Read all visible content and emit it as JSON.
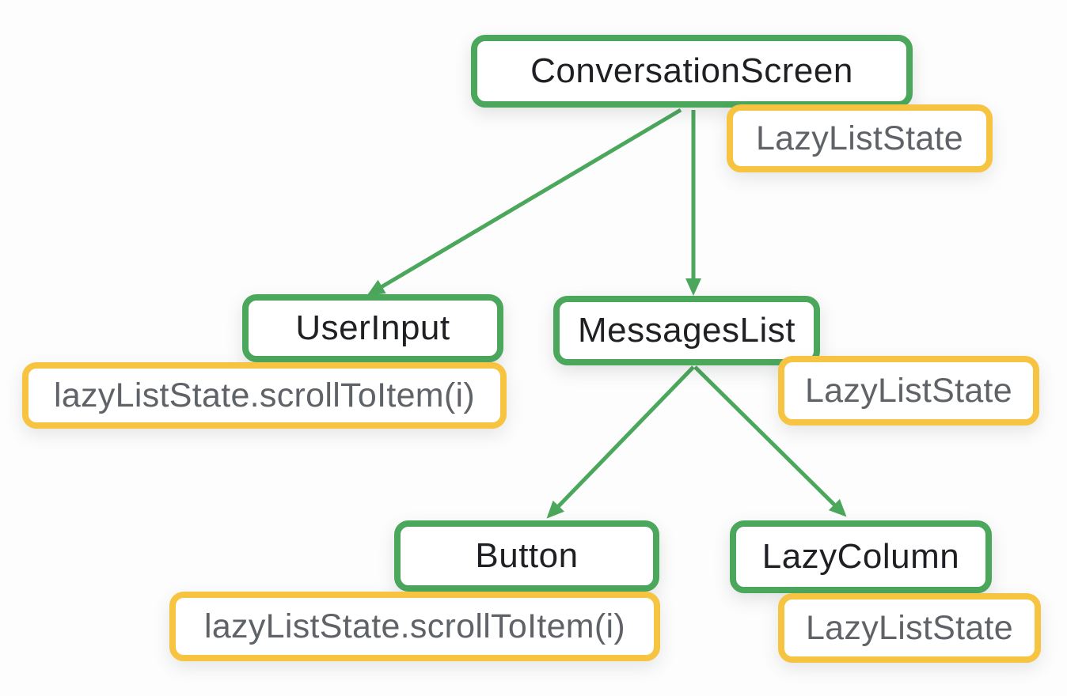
{
  "diagram": {
    "title": "ConversationScreen component tree with hoisted LazyListState",
    "colors": {
      "component_border": "#4BA75C",
      "state_border": "#F6C440",
      "component_text": "#1f2023",
      "state_text": "#5f6368",
      "arrow": "#4BA75C",
      "background": "#fdfdfd",
      "node_fill": "#ffffff"
    },
    "nodes": {
      "conversationScreen": {
        "label": "ConversationScreen",
        "type": "component"
      },
      "conversationScreenState": {
        "label": "LazyListState",
        "type": "state"
      },
      "userInput": {
        "label": "UserInput",
        "type": "component"
      },
      "userInputState": {
        "label": "lazyListState.scrollToItem(i)",
        "type": "state"
      },
      "messagesList": {
        "label": "MessagesList",
        "type": "component"
      },
      "messagesListState": {
        "label": "LazyListState",
        "type": "state"
      },
      "button": {
        "label": "Button",
        "type": "component"
      },
      "buttonState": {
        "label": "lazyListState.scrollToItem(i)",
        "type": "state"
      },
      "lazyColumn": {
        "label": "LazyColumn",
        "type": "component"
      },
      "lazyColumnState": {
        "label": "LazyListState",
        "type": "state"
      }
    },
    "edges": [
      {
        "from": "ConversationScreen",
        "to": "UserInput"
      },
      {
        "from": "ConversationScreen",
        "to": "MessagesList"
      },
      {
        "from": "MessagesList",
        "to": "Button"
      },
      {
        "from": "MessagesList",
        "to": "LazyColumn"
      }
    ]
  }
}
